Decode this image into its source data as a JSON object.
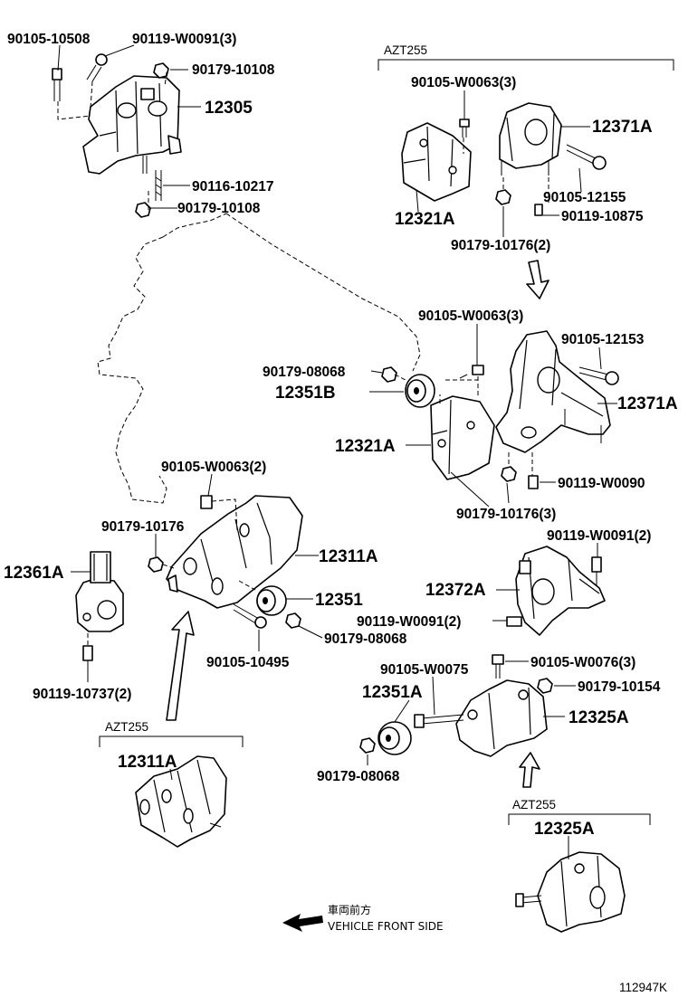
{
  "labels": {
    "l01": "90105-10508",
    "l02": "90119-W0091(3)",
    "l03": "90179-10108",
    "l04": "12305",
    "l05": "90116-10217",
    "l06": "90179-10108",
    "l07": "AZT255",
    "l08": "90105-W0063(3)",
    "l09": "12371A",
    "l10": "12321A",
    "l11": "90105-12155",
    "l12": "90119-10875",
    "l13": "90179-10176(2)",
    "l14": "90105-W0063(3)",
    "l15": "90105-12153",
    "l16": "90179-08068",
    "l17": "12351B",
    "l18": "12371A",
    "l19": "12321A",
    "l20": "90119-W0090",
    "l21": "90179-10176(3)",
    "l22": "90105-W0063(2)",
    "l23": "90179-10176",
    "l24": "12311A",
    "l25": "12361A",
    "l26": "12351",
    "l27": "90179-08068",
    "l28": "90105-10495",
    "l29": "90119-10737(2)",
    "l30": "90119-W0091(2)",
    "l31": "12372A",
    "l32": "90119-W0091(2)",
    "l33": "90105-W0075",
    "l34": "90105-W0076(3)",
    "l35": "12351A",
    "l36": "90179-10154",
    "l37": "12325A",
    "l38": "90179-08068",
    "l39": "AZT255",
    "l40": "12311A",
    "l41": "AZT255",
    "l42": "12325A",
    "l43": "車両前方",
    "l44": "VEHICLE FRONT SIDE",
    "l45": "112947K"
  }
}
